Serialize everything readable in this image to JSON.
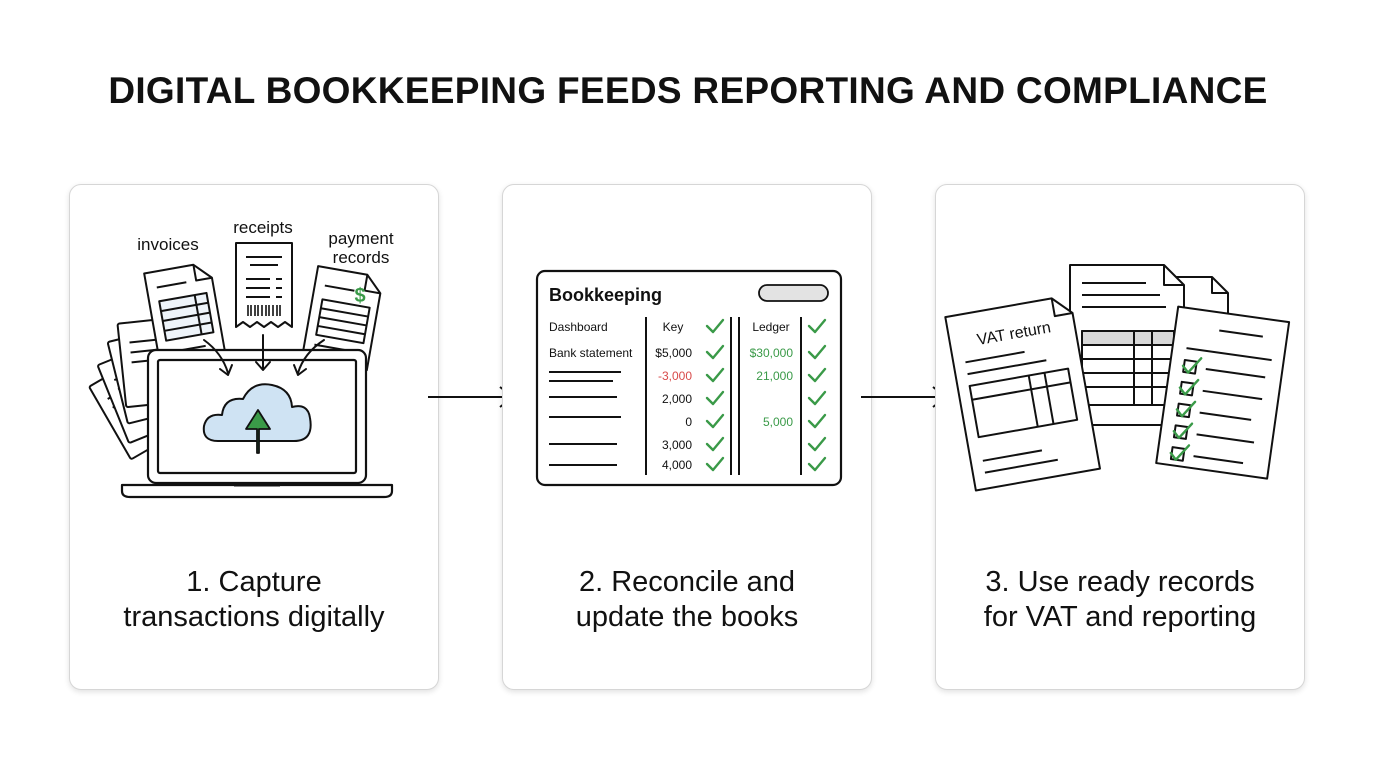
{
  "title": "DIGITAL BOOKKEEPING FEEDS REPORTING AND COMPLIANCE",
  "colors": {
    "green": "#3a9a48",
    "red": "#d84a4a",
    "cloud": "#cfe3f3",
    "ink": "#111111"
  },
  "steps": [
    {
      "caption_line1": "1. Capture",
      "caption_line2": "transactions digitally",
      "labels": {
        "invoices": "invoices",
        "receipts": "receipts",
        "payment_line1": "payment",
        "payment_line2": "records",
        "dollar": "$"
      },
      "icons": [
        "document-stack-icon",
        "invoice-icon",
        "receipt-icon",
        "payment-record-icon",
        "laptop-icon",
        "cloud-upload-icon"
      ]
    },
    {
      "caption_line1": "2. Reconcile and",
      "caption_line2": "update the books",
      "window_title": "Bookkeeping",
      "headers": {
        "col1": "Dashboard",
        "col2": "Key",
        "col3": "Ledger"
      },
      "rows": [
        {
          "label": "Bank statement",
          "key": "$5,000",
          "ledger": "$30,000"
        },
        {
          "label": "",
          "key": "-3,000",
          "ledger": "21,000"
        },
        {
          "label": "",
          "key": "2,000",
          "ledger": ""
        },
        {
          "label": "",
          "key": "0",
          "ledger": "5,000"
        },
        {
          "label": "",
          "key": "3,000",
          "ledger": ""
        },
        {
          "label": "",
          "key": "4,000",
          "ledger": ""
        }
      ]
    },
    {
      "caption_line1": "3. Use ready records",
      "caption_line2": "for VAT and reporting",
      "vat_label": "VAT return",
      "icons": [
        "vat-return-document-icon",
        "report-document-icon",
        "checklist-icon"
      ]
    }
  ]
}
